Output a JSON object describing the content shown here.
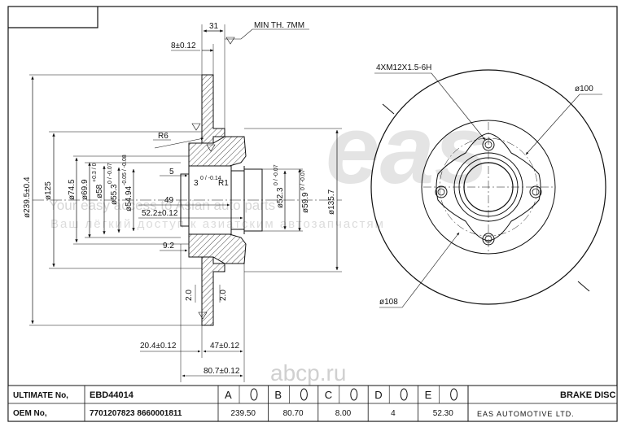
{
  "side_view": {
    "dims": {
      "d31": "31",
      "min_th": "MIN TH. 7MM",
      "d8": "8±0.12",
      "r6": "R6",
      "d5": "5",
      "d3": "3",
      "d3_tol": "0 / -0.14",
      "r1": "R1",
      "d49": "49",
      "d52_2": "52.2±0.12",
      "d9_2": "9.2",
      "d20_4": "20.4±0.12",
      "d47": "47±0.12",
      "d80_7": "80.7±0.12",
      "dia239": "ø239.5±0.4",
      "dia125": "ø125",
      "dia74": "ø74.5",
      "dia69": "ø69.9",
      "dia58": "ø58",
      "dia58_tol": "+0.3 / 0",
      "dia55": "ø55.3",
      "dia55_tol": "0 / -0.07",
      "dia54": "ø54.94",
      "dia54_tol": "-0.05 / -0.08",
      "dia52": "ø52.3",
      "dia52_tol": "0 / -0.07",
      "dia59": "ø59.9",
      "dia59_tol": "0 / -0.07",
      "dia135": "ø135.7",
      "d2_0a": "2.0",
      "d2_0b": "2.0"
    }
  },
  "front_view": {
    "thread": "4XM12X1.5-6H",
    "dia100": "ø100",
    "dia108": "ø108"
  },
  "watermark": {
    "logo": "eas",
    "line1": "Your easy access to Asian auto parts",
    "line2": "Ваш лёгкий доступ к азиатским автозапчастям",
    "site": "abcp.ru"
  },
  "title_block": {
    "ultimate_label": "ULTIMATE No,",
    "ultimate_value": "EBD44014",
    "oem_label": "OEM No,",
    "oem_value": "7701207823  8660001811",
    "columns": [
      {
        "letter": "A",
        "value": "239.50"
      },
      {
        "letter": "B",
        "value": "80.70"
      },
      {
        "letter": "C",
        "value": "8.00"
      },
      {
        "letter": "D",
        "value": "4"
      },
      {
        "letter": "E",
        "value": "52.30"
      }
    ],
    "product": "BRAKE DISC",
    "company": "EAS AUTOMOTIVE LTD."
  }
}
